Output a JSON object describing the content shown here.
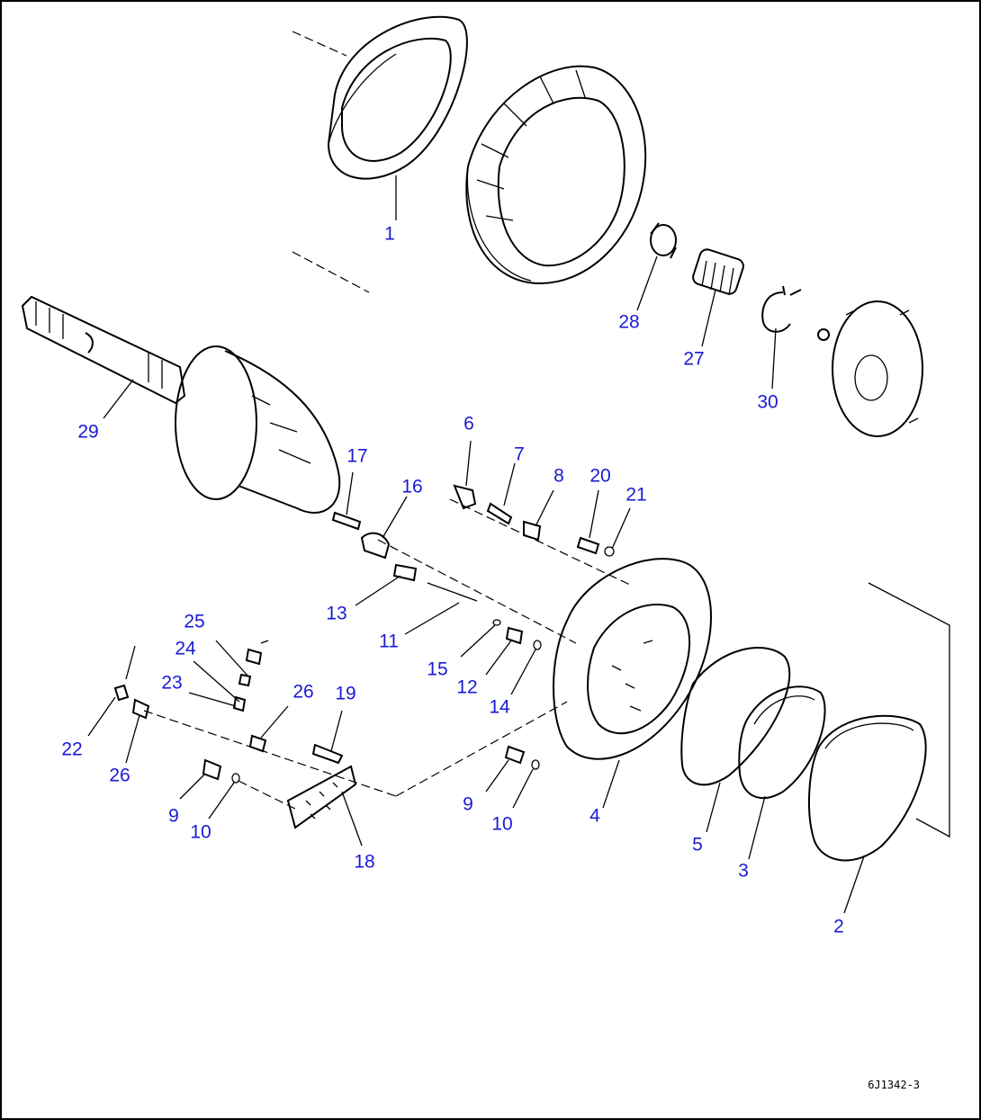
{
  "diagram": {
    "drawing_code": "6J1342-3",
    "colors": {
      "callout": "#1a1ad6",
      "line": "#000000",
      "background": "#ffffff"
    },
    "callouts": [
      {
        "id": "c1",
        "label": "1"
      },
      {
        "id": "c2",
        "label": "2"
      },
      {
        "id": "c3",
        "label": "3"
      },
      {
        "id": "c4",
        "label": "4"
      },
      {
        "id": "c5",
        "label": "5"
      },
      {
        "id": "c6",
        "label": "6"
      },
      {
        "id": "c7",
        "label": "7"
      },
      {
        "id": "c8",
        "label": "8"
      },
      {
        "id": "c9a",
        "label": "9"
      },
      {
        "id": "c9b",
        "label": "9"
      },
      {
        "id": "c10a",
        "label": "10"
      },
      {
        "id": "c10b",
        "label": "10"
      },
      {
        "id": "c11",
        "label": "11"
      },
      {
        "id": "c12",
        "label": "12"
      },
      {
        "id": "c13",
        "label": "13"
      },
      {
        "id": "c14",
        "label": "14"
      },
      {
        "id": "c15",
        "label": "15"
      },
      {
        "id": "c16",
        "label": "16"
      },
      {
        "id": "c17",
        "label": "17"
      },
      {
        "id": "c18",
        "label": "18"
      },
      {
        "id": "c19",
        "label": "19"
      },
      {
        "id": "c20",
        "label": "20"
      },
      {
        "id": "c21",
        "label": "21"
      },
      {
        "id": "c22",
        "label": "22"
      },
      {
        "id": "c23",
        "label": "23"
      },
      {
        "id": "c24",
        "label": "24"
      },
      {
        "id": "c25",
        "label": "25"
      },
      {
        "id": "c26a",
        "label": "26"
      },
      {
        "id": "c26b",
        "label": "26"
      },
      {
        "id": "c27",
        "label": "27"
      },
      {
        "id": "c28",
        "label": "28"
      },
      {
        "id": "c29",
        "label": "29"
      },
      {
        "id": "c30",
        "label": "30"
      }
    ]
  }
}
